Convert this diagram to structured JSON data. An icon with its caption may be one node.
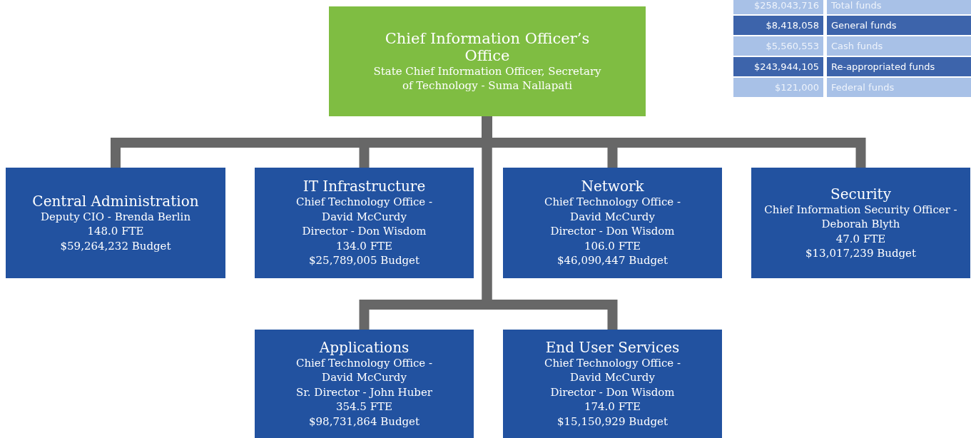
{
  "diagram": {
    "nodes": [
      {
        "text": [
          "Chief Information Officer’s Office",
          "State Chief Information Officer, Secretary of Technology - Suma Nallapati"
        ]
      },
      {
        "text": [
          "Central Administration",
          "Deputy CIO - Brenda Berlin",
          "148.0 FTE",
          "$59,264,232 Budget"
        ]
      },
      {
        "text": [
          "IT Infrastructure",
          "Chief Technology Office - David McCurdy",
          "Director - Don Wisdom",
          "134.0 FTE",
          "$25,789,005 Budget"
        ]
      },
      {
        "text": [
          "Network",
          "Chief Technology Office - David McCurdy",
          "Director - Don Wisdom",
          "106.0 FTE",
          "$46,090,447 Budget"
        ]
      },
      {
        "text": [
          "Security",
          "Chief Information Security Officer -Deborah Blyth",
          "47.0 FTE",
          "$13,017,239 Budget"
        ]
      },
      {
        "text": [
          "Applications",
          "Chief Technology Office - David McCurdy",
          "Sr. Director - John Huber",
          "354.5 FTE",
          "$98,731,864 Budget"
        ]
      },
      {
        "text": [
          "End User Services",
          "Chief Technology Office - David McCurdy",
          "Director - Don Wisdom",
          "174.0 FTE",
          "$15,150,929 Budget"
        ]
      }
    ],
    "edges": [
      {
        "from": 0,
        "to": 1,
        "arrow": "none"
      },
      {
        "from": 0,
        "to": 2,
        "arrow": "none"
      },
      {
        "from": 0,
        "to": 3,
        "arrow": "none"
      },
      {
        "from": 0,
        "to": 4,
        "arrow": "none"
      },
      {
        "from": 0,
        "to": 5,
        "arrow": "none"
      },
      {
        "from": 0,
        "to": 6,
        "arrow": "none"
      }
    ],
    "labels": [
      "$258,043,716",
      "Total funds",
      "$8,418,058",
      "General funds",
      "$5,560,553",
      "Cash funds",
      "$243,944,105",
      "Re-appropriated funds",
      "$121,000",
      "Federal funds"
    ]
  }
}
